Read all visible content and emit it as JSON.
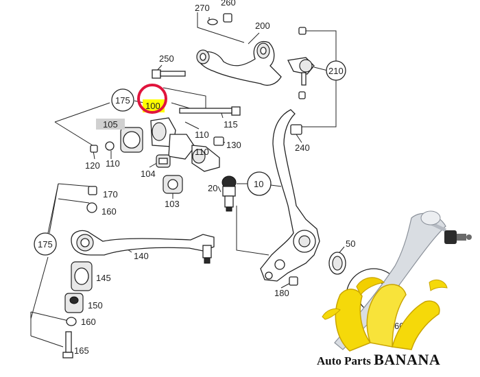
{
  "callouts": {
    "p270": "270",
    "p260": "260",
    "p200": "200",
    "p250": "250",
    "p210": "210",
    "p175a": "175",
    "p100": "100",
    "p105": "105",
    "p110a": "110",
    "p115": "115",
    "p120": "120",
    "p110b": "110",
    "p110c": "110",
    "p130": "130",
    "p240": "240",
    "p104": "104",
    "p20": "20",
    "p10": "10",
    "p103": "103",
    "p170": "170",
    "p160a": "160",
    "p175b": "175",
    "p140": "140",
    "p145": "145",
    "p150": "150",
    "p160b": "160",
    "p165": "165",
    "p50": "50",
    "p180": "180",
    "p60": "60"
  },
  "highlight": {
    "part": "100",
    "ring_color": "#e0143c",
    "fill_color": "#ffff00"
  },
  "watermark": {
    "prefix": "Auto Parts ",
    "name": "BANANA",
    "text_color": "#111111",
    "banana_color": "#f5d90a"
  }
}
